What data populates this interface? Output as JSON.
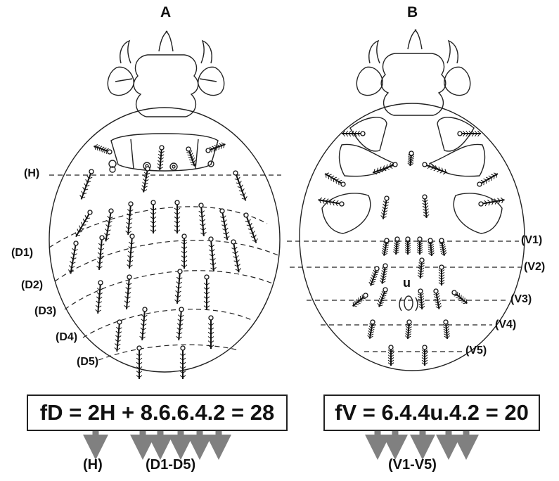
{
  "panel_a": {
    "letter": "A",
    "row_labels": [
      "(H)",
      "(D1)",
      "(D2)",
      "(D3)",
      "(D4)",
      "(D5)"
    ],
    "formula": "fD = 2H + 8.6.6.4.2 = 28",
    "bottom_labels": [
      "(H)",
      "(D1-D5)"
    ]
  },
  "panel_b": {
    "letter": "B",
    "row_labels": [
      "(V1)",
      "(V2)",
      "(V3)",
      "(V4)",
      "(V5)"
    ],
    "u_label": "u",
    "formula": "fV = 6.4.4u.4.2 = 20",
    "bottom_labels": [
      "(V1-V5)"
    ]
  }
}
